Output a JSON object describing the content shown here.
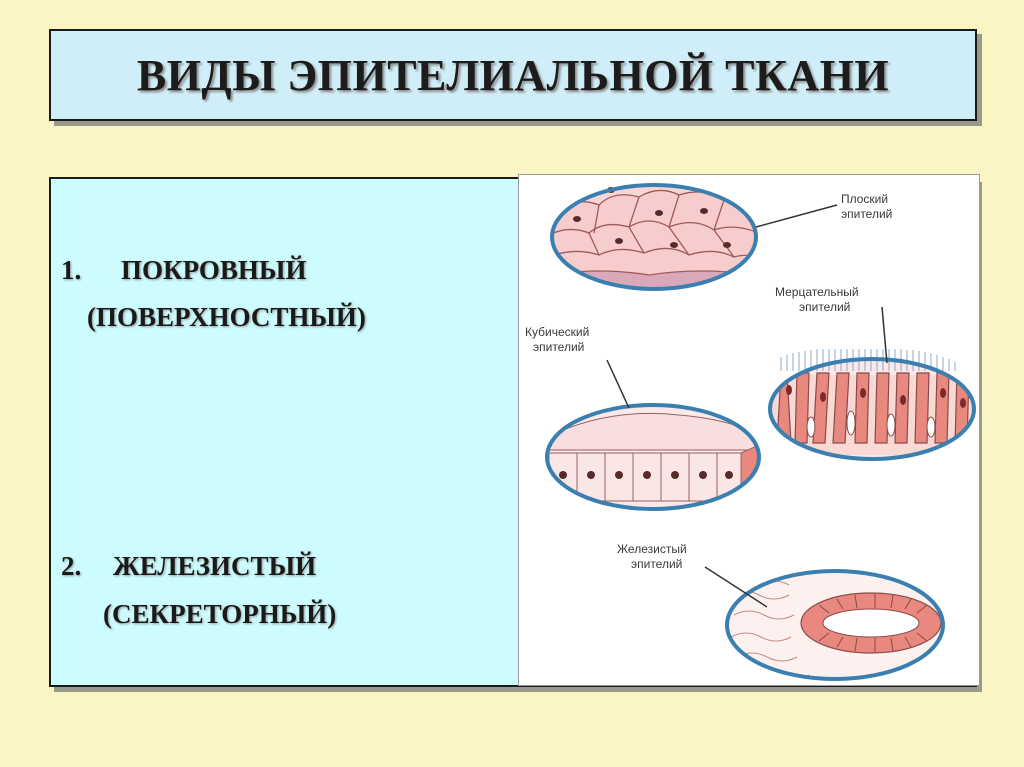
{
  "title": "ВИДЫ ЭПИТЕЛИАЛЬНОЙ ТКАНИ",
  "items": [
    {
      "number": "1.",
      "name": "ПОКРОВНЫЙ",
      "alt": "(ПОВЕРХНОСТНЫЙ)"
    },
    {
      "number": "2.",
      "name": "ЖЕЛЕЗИСТЫЙ",
      "alt": "(СЕКРЕТОРНЫЙ)"
    }
  ],
  "illustration": {
    "labels": {
      "flat": [
        "Плоский",
        "эпителий"
      ],
      "ciliated": [
        "Мерцательный",
        "эпителий"
      ],
      "cubic": [
        "Кубический",
        "эпителий"
      ],
      "glandular": [
        "Железистый",
        "эпителий"
      ]
    }
  },
  "colors": {
    "background": "#fbf5c4",
    "title_box": "#cfeef8",
    "content_box": "#ccfcfd",
    "tissue_pink": "#f8d6d6",
    "tissue_red": "#e8887e",
    "oval_border": "#3a7fb0"
  }
}
